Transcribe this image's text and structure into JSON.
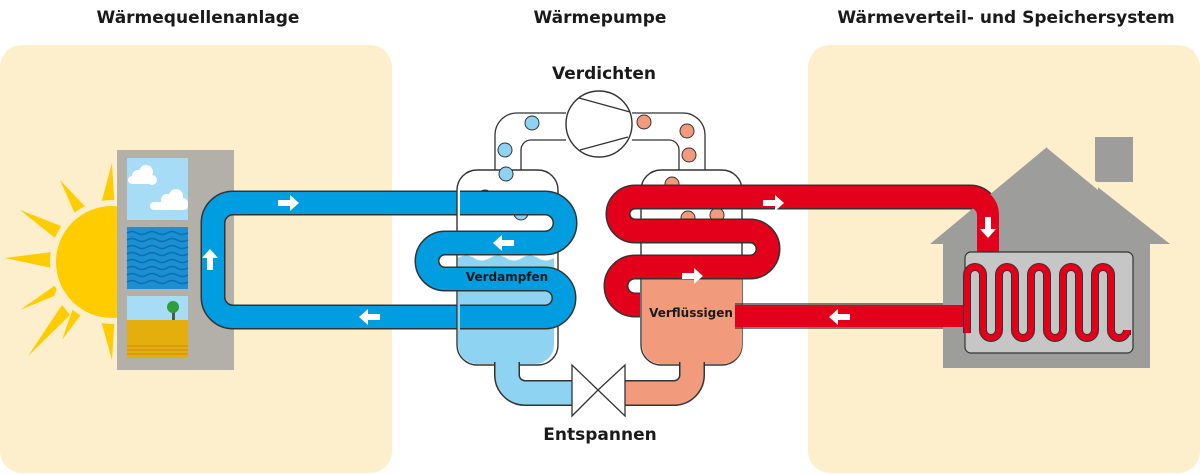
{
  "sections": {
    "source": {
      "title": "Wärmequellenanlage"
    },
    "pump": {
      "title": "Wärmepumpe"
    },
    "distribution": {
      "title": "Wärmeverteil- und Speichersystem"
    }
  },
  "stages": {
    "compress": "Verdichten",
    "evaporate": "Verdampfen",
    "condense": "Verflüssigen",
    "expand": "Entspannen"
  },
  "colors": {
    "panel": "#fdefcc",
    "cold_pipe": "#009ee0",
    "cold_fluid": "#8ed3f2",
    "hot_pipe": "#e2001a",
    "hot_fluid": "#f29b7c",
    "sun": "#ffcc00",
    "house": "#9d9d9c",
    "wall": "#b2b0a8"
  }
}
